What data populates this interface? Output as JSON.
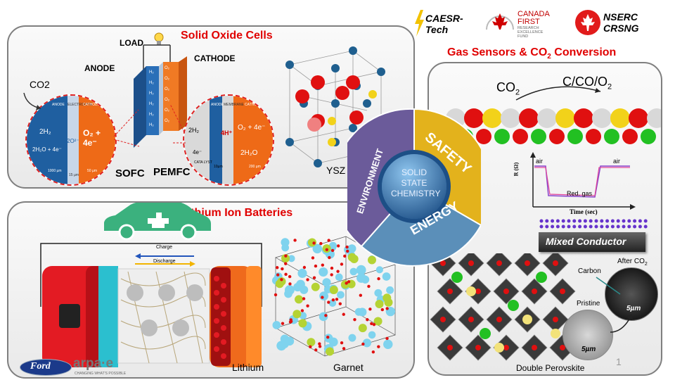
{
  "logos": {
    "caesr": {
      "line1": "CAESR-",
      "line2": "Tech"
    },
    "canada": {
      "line1": "CANADA",
      "line2": "FIRST",
      "line3": "RESEARCH",
      "line4": "EXCELLENCE",
      "line5": "FUND"
    },
    "nserc": {
      "line1": "NSERC",
      "line2": "CRSNG"
    },
    "ford": "Ford",
    "arpae": {
      "name": "arpa·e",
      "tagline": "CHANGING WHAT'S POSSIBLE"
    }
  },
  "sofc_panel": {
    "title": "Solid Oxide Cells",
    "load": "LOAD",
    "anode": "ANODE",
    "cathode": "CATHODE",
    "co2": "CO2",
    "sofc": "SOFC",
    "pemfc": "PEMFC",
    "ysz": "YSZ",
    "sofc_circle": {
      "anode": "ANODE",
      "electrolyte": "ELECTROLYTE",
      "cathode": "CATHODE",
      "h2": "2H₂",
      "h2o": "2H₂O + 4e⁻",
      "o2ion": "2O²⁻",
      "o2": "O₂ + 4e⁻",
      "scale1": "1000 µm",
      "scale2": "15 µm",
      "scale3": "50 µm"
    },
    "pemfc_circle": {
      "anode": "ANODE",
      "membrane": "MEMBRANE",
      "cathode": "CATHODE",
      "h2": "2H₂",
      "e": "4e⁻",
      "h": "4H⁺",
      "o2": "O₂ + 4e⁻",
      "h2o": "2H₂O",
      "cata": "CATA LYST",
      "scale1": "10µm",
      "scale2": "200 µm"
    },
    "stack_labels": [
      "H₂",
      "H₂",
      "H₂",
      "H₂",
      "H₂",
      "H₂"
    ],
    "stack_o2": [
      "O₂",
      "O₂",
      "O₂",
      "O₂",
      "O₂",
      "O₂"
    ]
  },
  "battery_panel": {
    "title": "Lithium Ion Batteries",
    "charge": "Charge",
    "discharge": "Discharge",
    "lithium": "Lithium",
    "garnet": "Garnet"
  },
  "center": {
    "core_lines": [
      "SOLID",
      "STATE",
      "CHEMISTRY"
    ],
    "safety": "SAFETY",
    "energy": "ENERGY",
    "environment": "ENVIRONMENT"
  },
  "gas_panel": {
    "title_part1": "Gas Sensors & CO",
    "title_sub": "2",
    "title_part2": " Conversion",
    "co2": "CO",
    "co2_sub": "2",
    "products": "C/CO/O",
    "products_sub": "2",
    "graph": {
      "ylabel": "R (Ω)",
      "xlabel": "Time (sec)",
      "air_left": "air",
      "air_right": "air",
      "red_gas": "Red. gas"
    },
    "mixed_conductor": "Mixed Conductor",
    "carbon": "Carbon",
    "after": "After CO",
    "after_sub": "2",
    "pristine": "Pristine",
    "scale": "5µm",
    "double_perovskite": "Double Perovskite",
    "page_number": "1"
  },
  "colors": {
    "title_red": "#e00000",
    "anode_blue": "#1f5fa0",
    "cathode_orange": "#ee6a17",
    "safety_yellow": "#e3b21c",
    "energy_blue": "#5b8fb9",
    "env_purple": "#6b5b9a"
  }
}
